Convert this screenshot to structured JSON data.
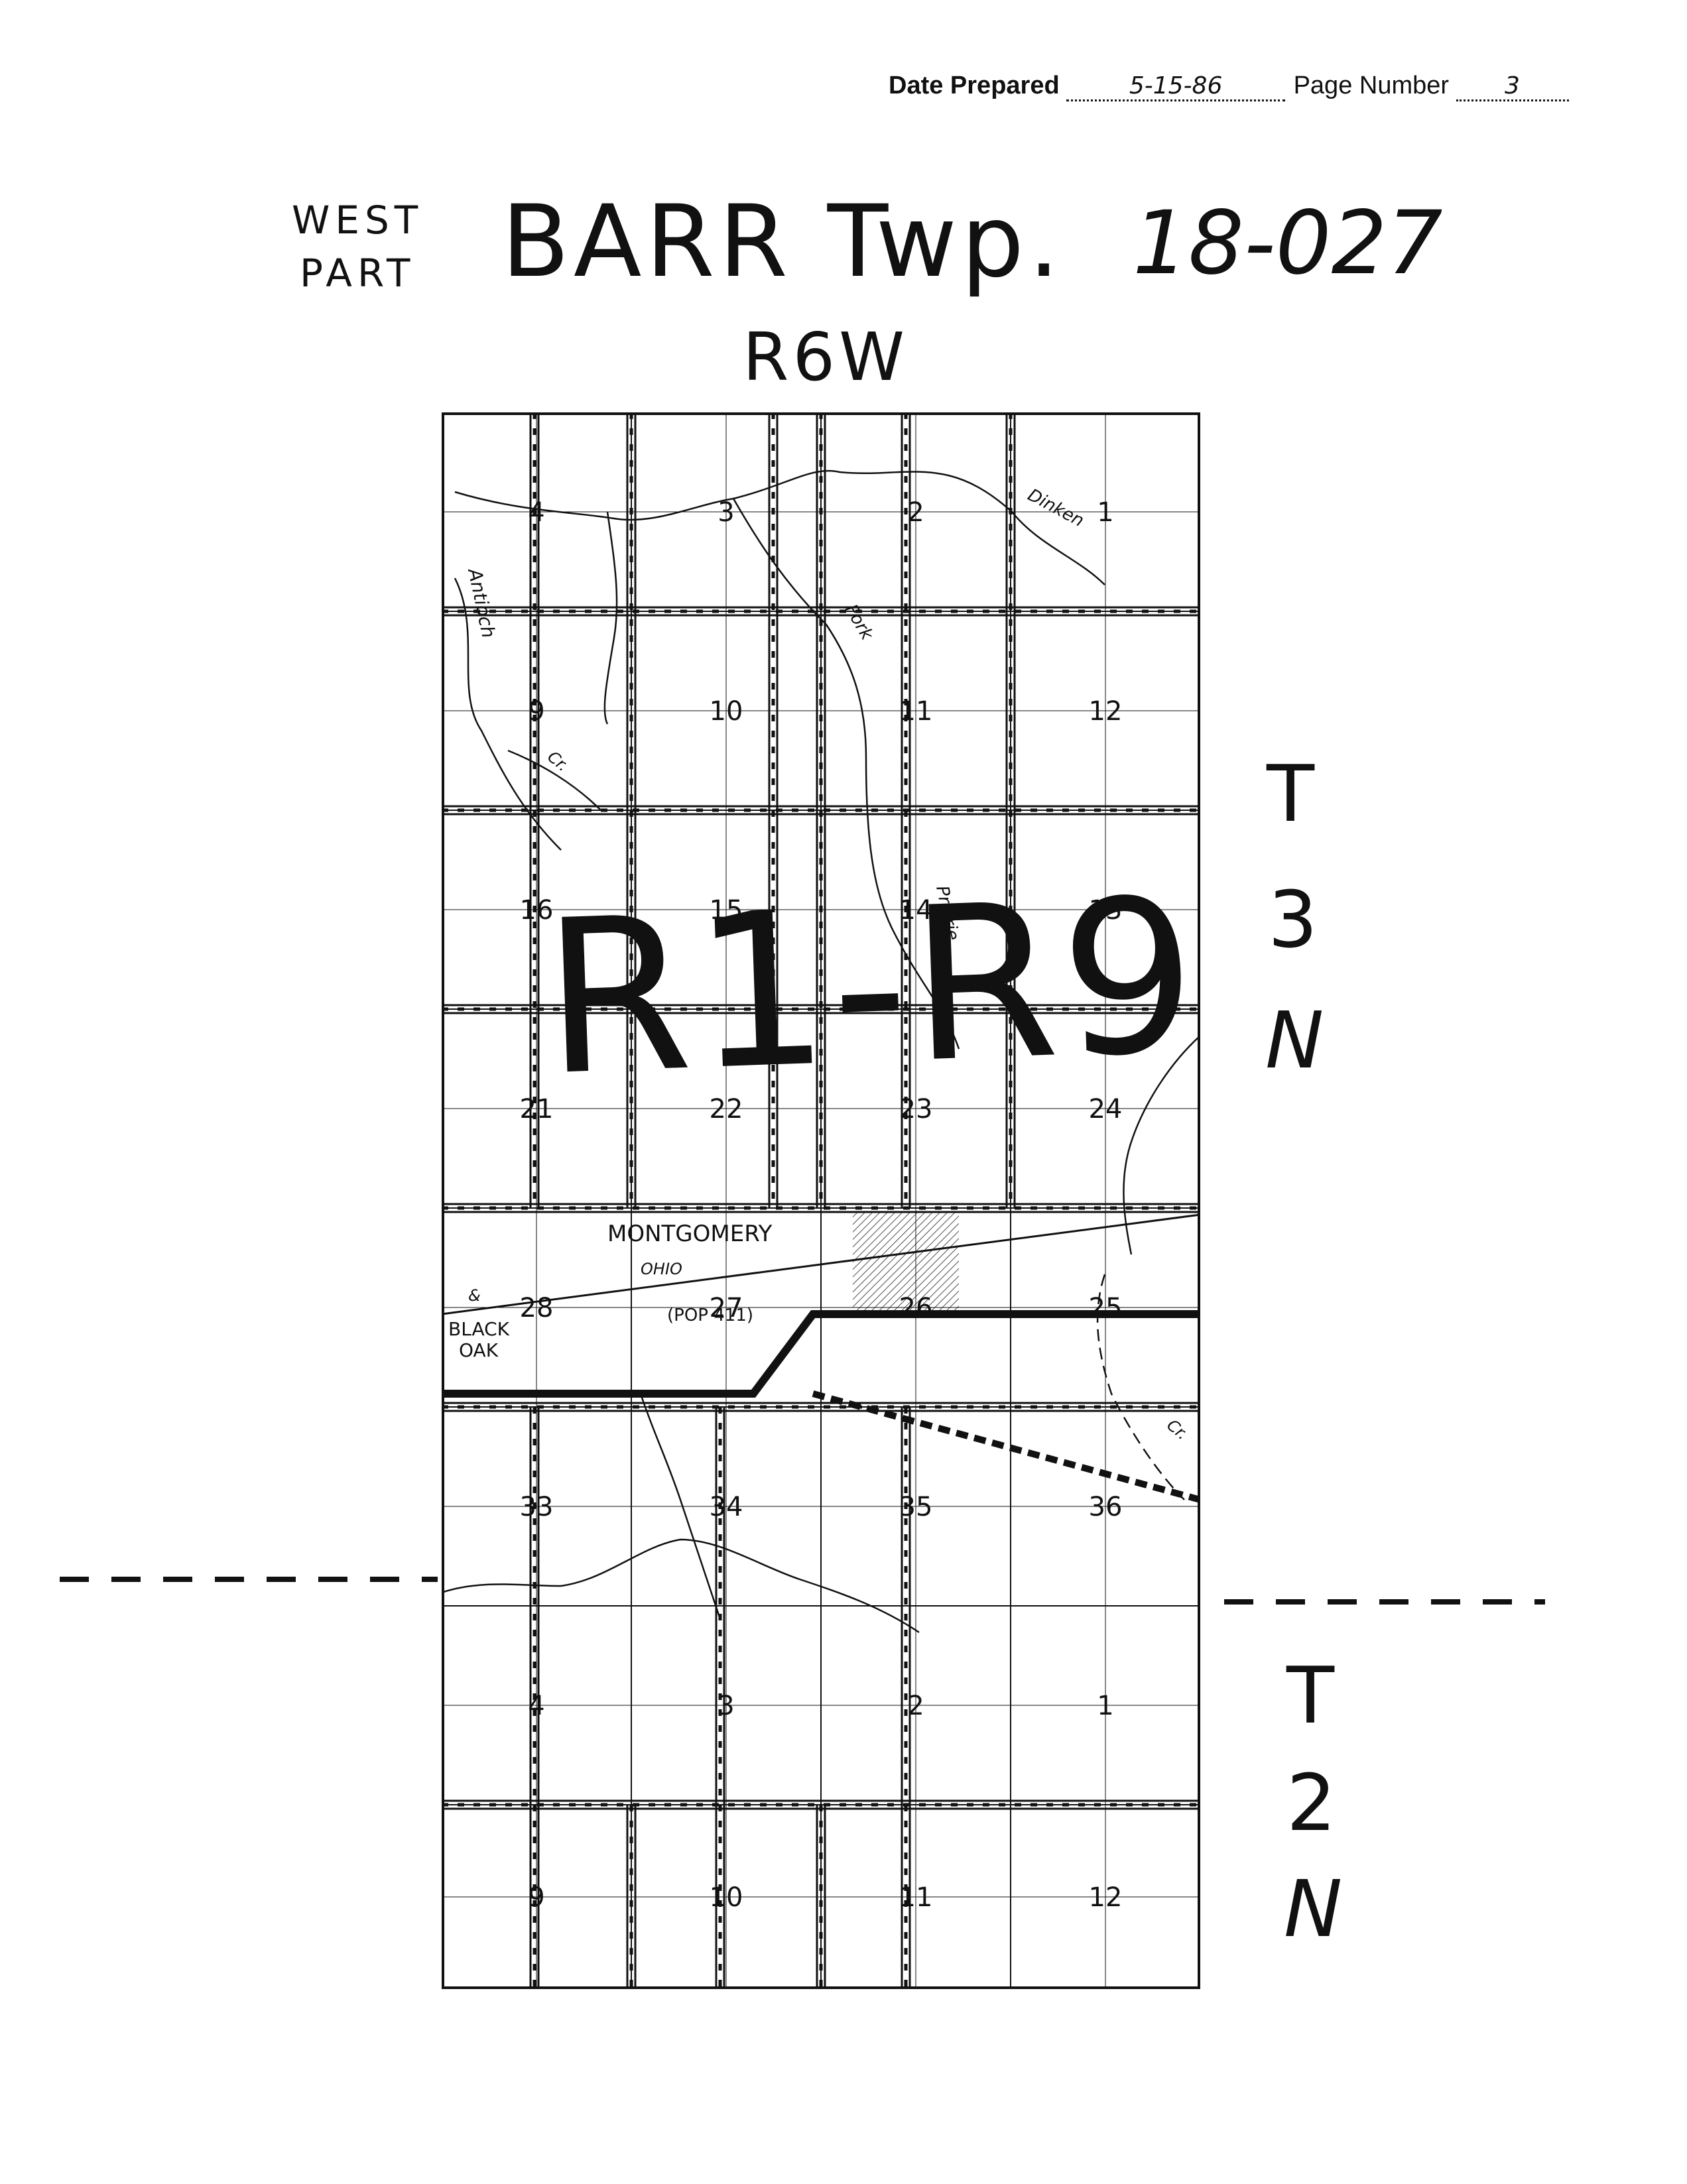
{
  "header": {
    "date_label": "Date Prepared",
    "date_value": "5-15-86",
    "page_label": "Page Number",
    "page_value": "3"
  },
  "title": {
    "part": [
      "WEST",
      "PART"
    ],
    "township": "BARR Twp.",
    "code": "18-027",
    "range": "R6W"
  },
  "annotation": "R1-R9",
  "township_labels": {
    "north": [
      "T",
      "3",
      "N"
    ],
    "south": [
      "T",
      "2",
      "N"
    ]
  },
  "map": {
    "sections_t3n": [
      "4",
      "3",
      "2",
      "1",
      "9",
      "10",
      "11",
      "12",
      "16",
      "15",
      "14",
      "13",
      "21",
      "22",
      "23",
      "24",
      "28",
      "27",
      "26",
      "25",
      "33",
      "34",
      "35",
      "36"
    ],
    "sections_t2n": [
      "4",
      "3",
      "2",
      "1",
      "9",
      "10",
      "11",
      "12"
    ],
    "place_names": {
      "town": "MONTGOMERY",
      "population": "(POP 411)",
      "village_line1": "BLACK",
      "village_line2": "OAK",
      "railroad": "OHIO",
      "amp": "&"
    },
    "streams": {
      "antioch": "Antioch",
      "cr": "Cr.",
      "dinken": "Dinken",
      "fork": "Fork",
      "prairie": "Prairie",
      "cr2": "Cr."
    },
    "colors": {
      "ink": "#111111",
      "paper": "#ffffff"
    }
  }
}
